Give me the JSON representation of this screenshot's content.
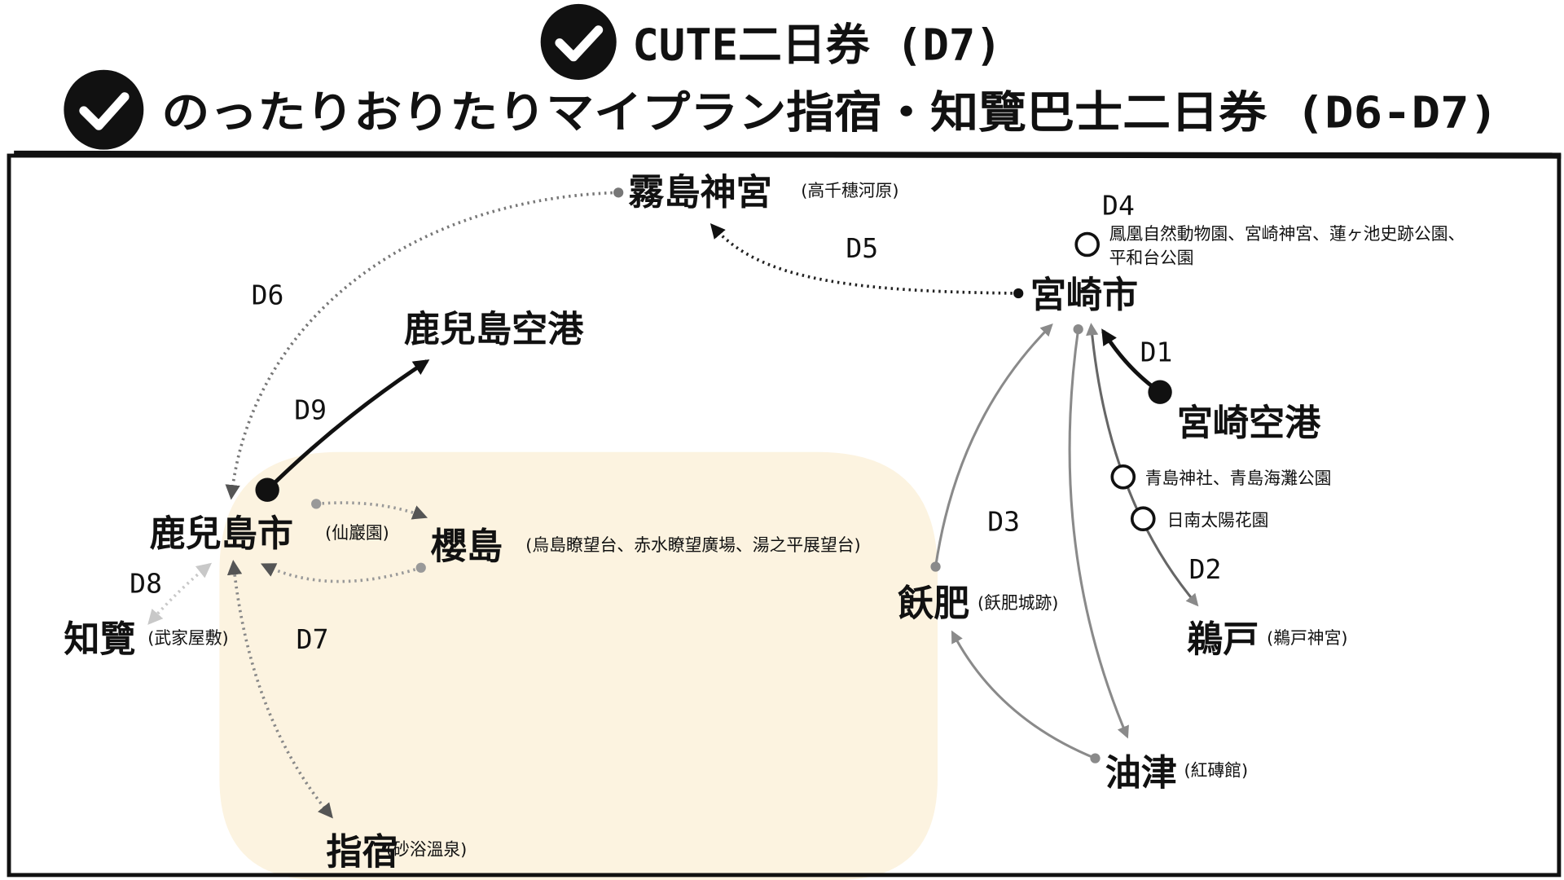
{
  "title": {
    "line1": "CUTE二日券 (D7)",
    "line2": "のったりおりたりマイプラン指宿・知覽巴士二日券 (D6-D7)",
    "check_icon": "check-circle-icon"
  },
  "places": {
    "kirishima": {
      "name": "霧島神宮",
      "note": "(高千穗河原)"
    },
    "miyazaki_city": {
      "name": "宮崎市"
    },
    "kagoshima_airport": {
      "name": "鹿兒島空港"
    },
    "miyazaki_airport": {
      "name": "宮崎空港"
    },
    "kagoshima_city": {
      "name": "鹿兒島市"
    },
    "sengan": {
      "note": "(仙巖園)"
    },
    "sakurajima": {
      "name": "櫻島",
      "note": "(烏島瞭望台、赤水瞭望廣場、湯之平展望台)"
    },
    "chiran": {
      "name": "知覽",
      "note": "(武家屋敷)"
    },
    "obi": {
      "name": "飫肥",
      "note": "(飫肥城跡)"
    },
    "udo": {
      "name": "鵜戸",
      "note": "(鵜戸神宮)"
    },
    "aburatsu": {
      "name": "油津",
      "note": "(紅磚館)"
    },
    "ibusuki": {
      "name": "指宿",
      "note": "(砂浴溫泉)"
    }
  },
  "stops": {
    "d4_line1": "鳳凰自然動物園、宮崎神宮、蓮ヶ池史跡公園、",
    "d4_line2": "平和台公園",
    "aoshima": "青島神社、青島海灘公園",
    "nichinan": "日南太陽花園"
  },
  "days": {
    "d1": "D1",
    "d2": "D2",
    "d3": "D3",
    "d4": "D4",
    "d5": "D5",
    "d6": "D6",
    "d7": "D7",
    "d8": "D8",
    "d9": "D9"
  },
  "colors": {
    "highlight": "#fcf3e0",
    "dotted": "#777777",
    "gray_line": "#8a8a8a",
    "frame": "#111111"
  }
}
